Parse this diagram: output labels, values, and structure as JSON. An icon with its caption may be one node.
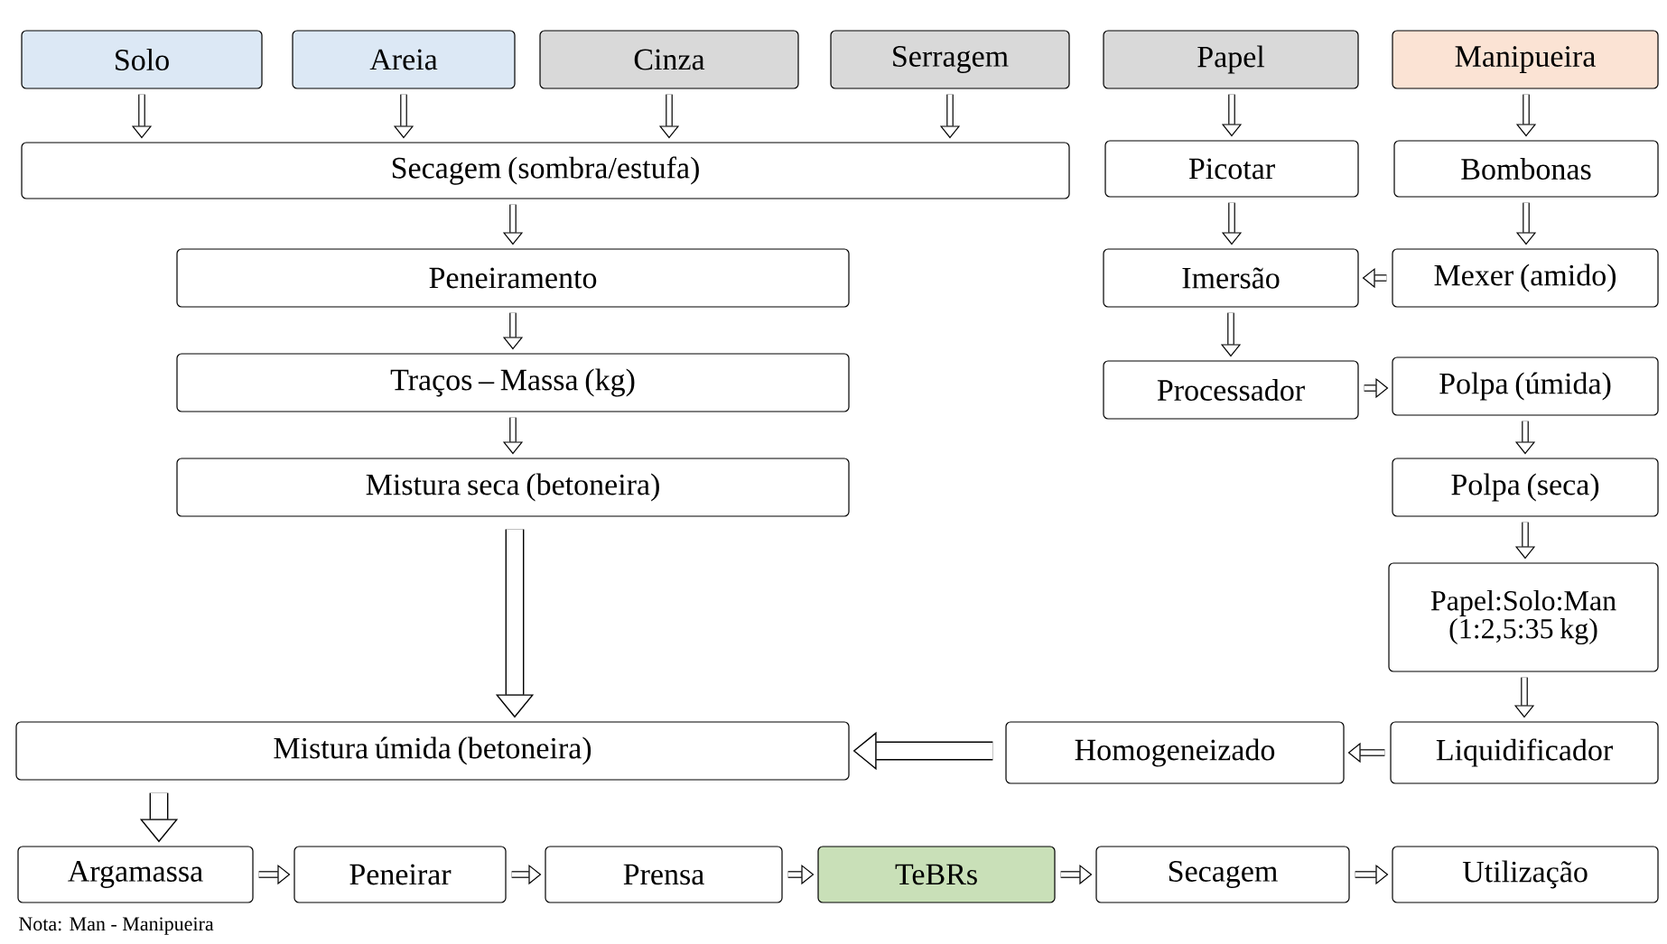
{
  "diagram": {
    "nodes": [
      {
        "text": [
          "Solo"
        ]
      },
      {
        "text": [
          "Areia"
        ]
      },
      {
        "text": [
          "Cinza"
        ]
      },
      {
        "text": [
          "Serragem"
        ]
      },
      {
        "text": [
          "Papel"
        ]
      },
      {
        "text": [
          "Manipueira"
        ]
      },
      {
        "text": [
          "Secagem (sombra/estufa)"
        ]
      },
      {
        "text": [
          "Picotar"
        ]
      },
      {
        "text": [
          "Bombonas"
        ]
      },
      {
        "text": [
          "Peneiramento"
        ]
      },
      {
        "text": [
          "Imersão"
        ]
      },
      {
        "text": [
          "Mexer (amido)"
        ]
      },
      {
        "text": [
          "Traços – Massa (kg)"
        ]
      },
      {
        "text": [
          "Processador"
        ]
      },
      {
        "text": [
          "Polpa (úmida)"
        ]
      },
      {
        "text": [
          "Mistura seca (betoneira)"
        ]
      },
      {
        "text": [
          "Polpa (seca)"
        ]
      },
      {
        "text": [
          "Papel:Solo:Man (1:2,5:35 kg)"
        ]
      },
      {
        "text": [
          "Mistura úmida (betoneira)"
        ]
      },
      {
        "text": [
          "Homogeneizado"
        ]
      },
      {
        "text": [
          "Liquidificador"
        ]
      },
      {
        "text": [
          "Argamassa"
        ]
      },
      {
        "text": [
          "Peneirar"
        ]
      },
      {
        "text": [
          "Prensa"
        ]
      },
      {
        "text": [
          "TeBRs"
        ]
      },
      {
        "text": [
          "Secagem"
        ]
      },
      {
        "text": [
          "Utilização"
        ]
      }
    ],
    "edges": [
      {
        "from": 0,
        "to": 6,
        "arrow": "to"
      },
      {
        "from": 1,
        "to": 6,
        "arrow": "to"
      },
      {
        "from": 2,
        "to": 6,
        "arrow": "to"
      },
      {
        "from": 3,
        "to": 6,
        "arrow": "to"
      },
      {
        "from": 4,
        "to": 7,
        "arrow": "to"
      },
      {
        "from": 5,
        "to": 8,
        "arrow": "to"
      },
      {
        "from": 6,
        "to": 9,
        "arrow": "to"
      },
      {
        "from": 7,
        "to": 10,
        "arrow": "to"
      },
      {
        "from": 8,
        "to": 11,
        "arrow": "to"
      },
      {
        "from": 11,
        "to": 10,
        "arrow": "to"
      },
      {
        "from": 9,
        "to": 12,
        "arrow": "to"
      },
      {
        "from": 10,
        "to": 13,
        "arrow": "to"
      },
      {
        "from": 12,
        "to": 15,
        "arrow": "to"
      },
      {
        "from": 13,
        "to": 14,
        "arrow": "to"
      },
      {
        "from": 14,
        "to": 16,
        "arrow": "to"
      },
      {
        "from": 16,
        "to": 17,
        "arrow": "to"
      },
      {
        "from": 17,
        "to": 20,
        "arrow": "to"
      },
      {
        "from": 15,
        "to": 18,
        "arrow": "to",
        "style": "thick"
      },
      {
        "from": 20,
        "to": 19,
        "arrow": "to"
      },
      {
        "from": 19,
        "to": 18,
        "arrow": "to",
        "style": "thick"
      },
      {
        "from": 18,
        "to": 21,
        "arrow": "to",
        "style": "thick"
      },
      {
        "from": 21,
        "to": 22,
        "arrow": "to"
      },
      {
        "from": 22,
        "to": 23,
        "arrow": "to"
      },
      {
        "from": 23,
        "to": 24,
        "arrow": "to"
      },
      {
        "from": 24,
        "to": 25,
        "arrow": "to"
      },
      {
        "from": 25,
        "to": 26,
        "arrow": "to"
      }
    ],
    "labels": [
      "Nota: Man - Manipueira"
    ]
  }
}
